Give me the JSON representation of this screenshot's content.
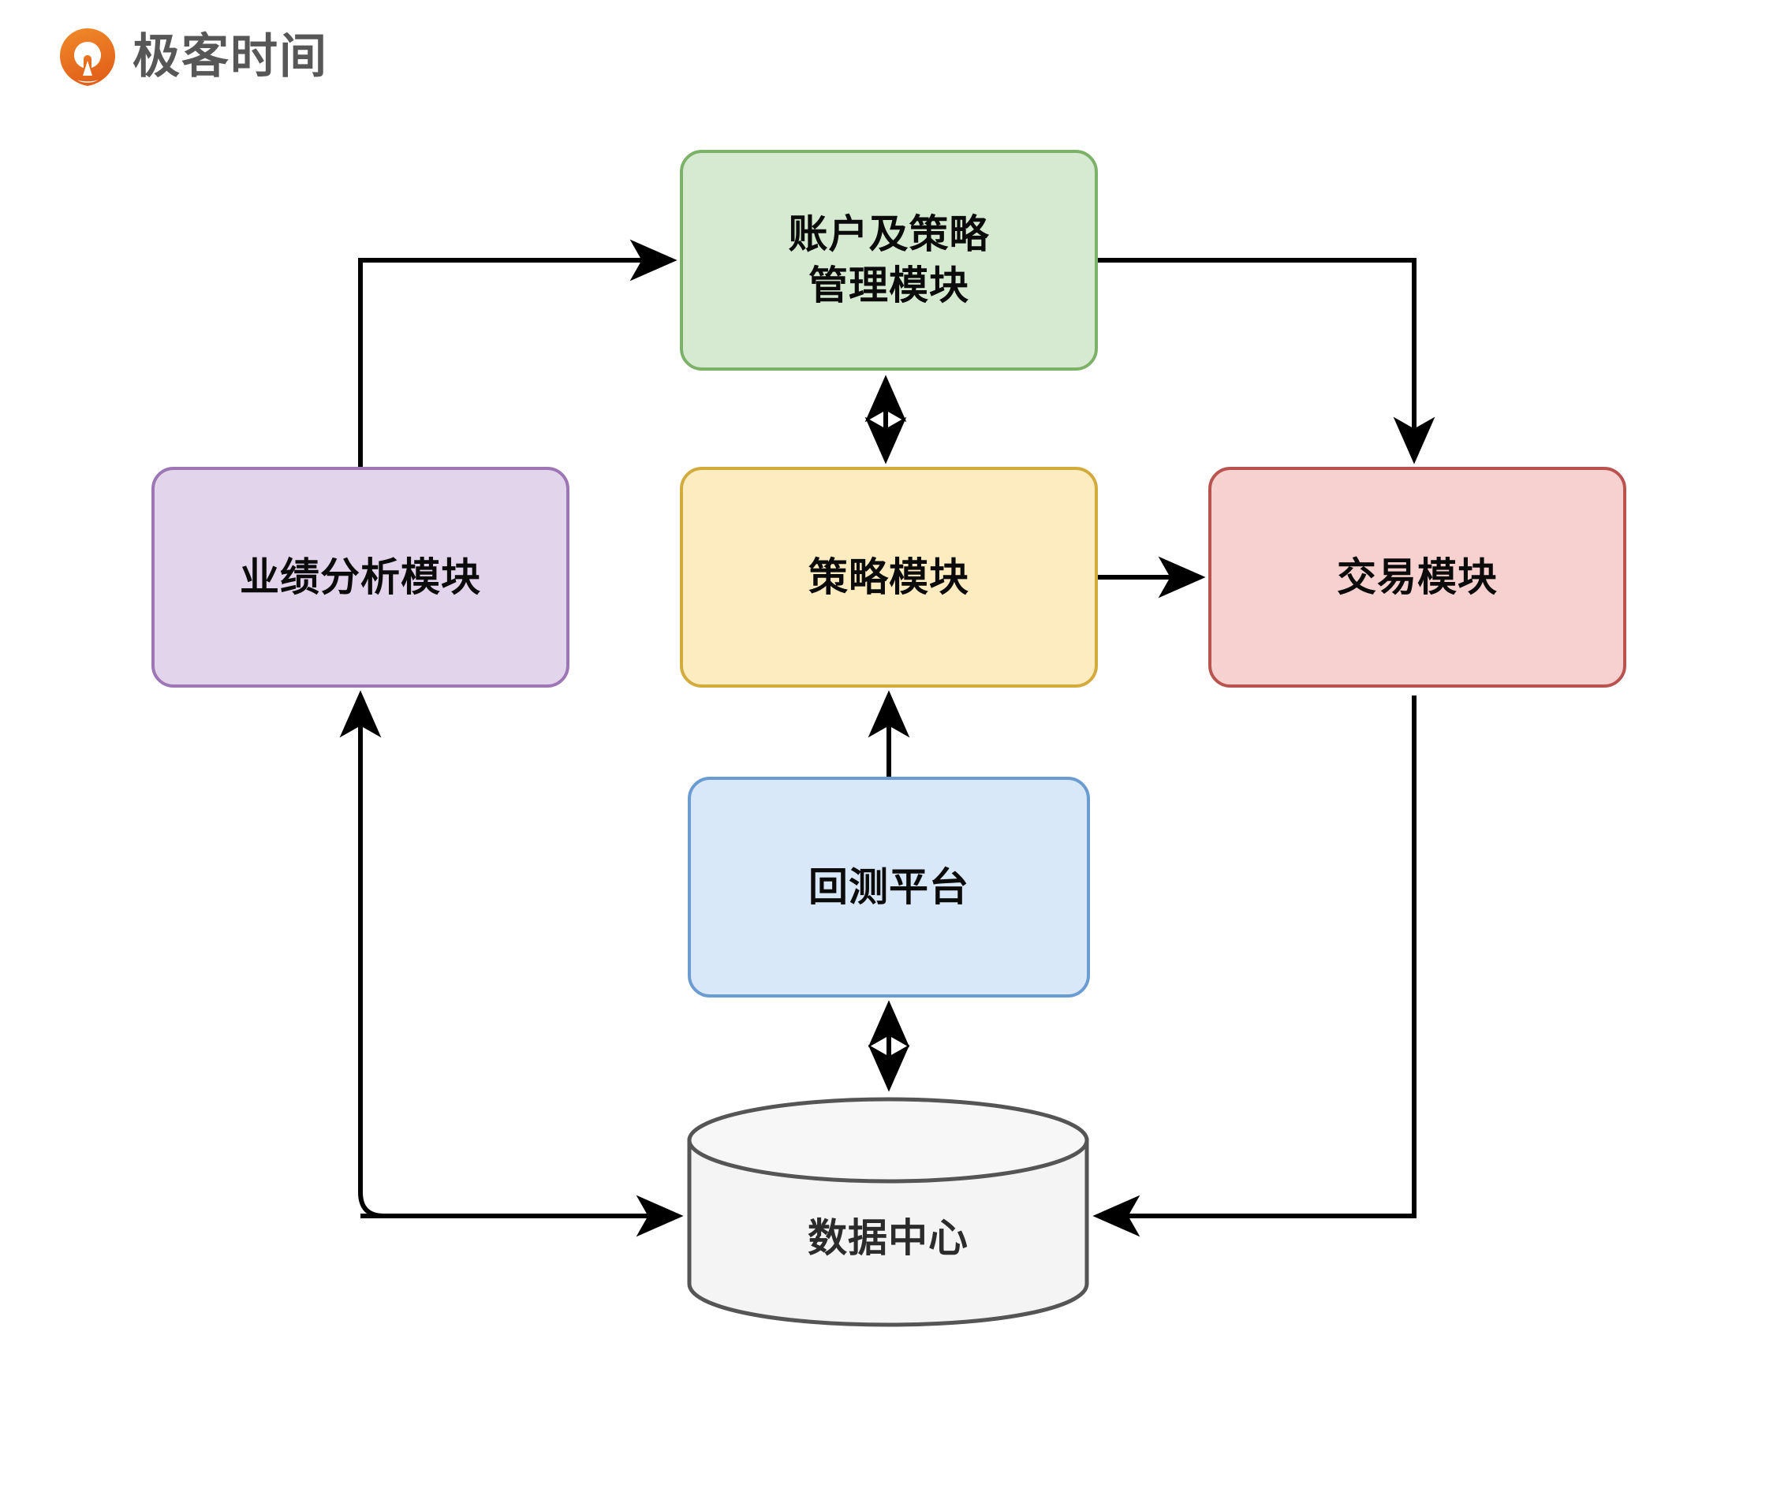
{
  "brand": {
    "name": "极客时间",
    "logo_icon": "geektime-logo-icon",
    "logo_color": "#ea6f23",
    "text_color": "#575757"
  },
  "diagram": {
    "type": "architecture-flow",
    "background": "#ffffff",
    "nodes": [
      {
        "id": "account",
        "label": "账户及策略\n管理模块",
        "label_line1": "账户及策略",
        "label_line2": "管理模块",
        "shape": "rounded-rect",
        "fill": "#d6ead1",
        "stroke": "#7cb268"
      },
      {
        "id": "performance",
        "label": "业绩分析模块",
        "shape": "rounded-rect",
        "fill": "#e2d4ea",
        "stroke": "#9d76b5"
      },
      {
        "id": "strategy",
        "label": "策略模块",
        "shape": "rounded-rect",
        "fill": "#fcecc0",
        "stroke": "#d3aa3c"
      },
      {
        "id": "trading",
        "label": "交易模块",
        "shape": "rounded-rect",
        "fill": "#f6d1cf",
        "stroke": "#b9534f"
      },
      {
        "id": "backtest",
        "label": "回测平台",
        "shape": "rounded-rect",
        "fill": "#d9e8f8",
        "stroke": "#6a9bd1"
      },
      {
        "id": "datacenter",
        "label": "数据中心",
        "shape": "cylinder",
        "fill": "#f4f4f4",
        "stroke": "#555555"
      }
    ],
    "edges": [
      {
        "from": "performance",
        "to": "account",
        "direction": "one-way"
      },
      {
        "from": "account",
        "to": "trading",
        "direction": "one-way"
      },
      {
        "from": "account",
        "to": "strategy",
        "direction": "two-way"
      },
      {
        "from": "strategy",
        "to": "trading",
        "direction": "one-way"
      },
      {
        "from": "backtest",
        "to": "strategy",
        "direction": "one-way"
      },
      {
        "from": "backtest",
        "to": "datacenter",
        "direction": "two-way"
      },
      {
        "from": "datacenter",
        "to": "performance",
        "direction": "one-way"
      },
      {
        "from": "performance",
        "to": "datacenter",
        "direction": "one-way"
      },
      {
        "from": "trading",
        "to": "datacenter",
        "direction": "one-way"
      }
    ],
    "edge_color": "#000000"
  }
}
